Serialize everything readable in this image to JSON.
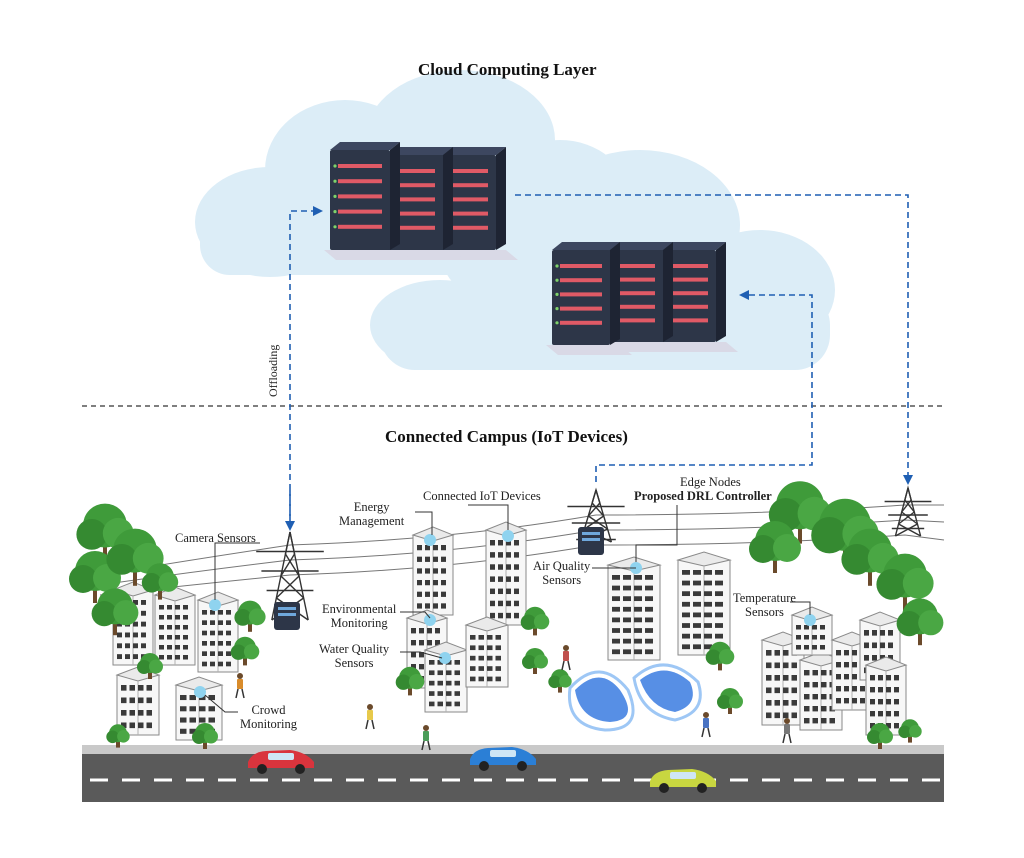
{
  "titles": {
    "cloud_layer": "Cloud Computing Layer",
    "campus": "Connected Campus (IoT Devices)"
  },
  "flow_label": "Offloading",
  "labels": {
    "camera_sensors": "Camera Sensors",
    "energy_management": [
      "Energy",
      "Management"
    ],
    "connected_iot_devices": "Connected IoT Devices",
    "edge_nodes": "Edge Nodes",
    "drl_controller": "Proposed DRL Controller",
    "air_quality_sensors": [
      "Air Quality",
      "Sensors"
    ],
    "environmental_monitoring": [
      "Environmental",
      "Monitoring"
    ],
    "water_quality_sensors": [
      "Water Quality",
      "Sensors"
    ],
    "crowd_monitoring": [
      "Crowd",
      "Monitoring"
    ],
    "temperature_sensors": [
      "Temperature",
      "Sensors"
    ]
  },
  "icons": [
    "cloud-icon",
    "server-rack-icon",
    "power-tower-icon",
    "building-icon",
    "tree-icon",
    "car-icon",
    "person-icon",
    "edge-node-icon",
    "sensor-dot-icon"
  ],
  "colors": {
    "cloud": "#dbeef8",
    "server_body": "#2d3648",
    "server_stripe": "#e05a66",
    "arrow": "#1f5fb3",
    "road": "#5c5c5c",
    "tree": "#3f9b3a",
    "sensor": "#8fd3ef"
  }
}
